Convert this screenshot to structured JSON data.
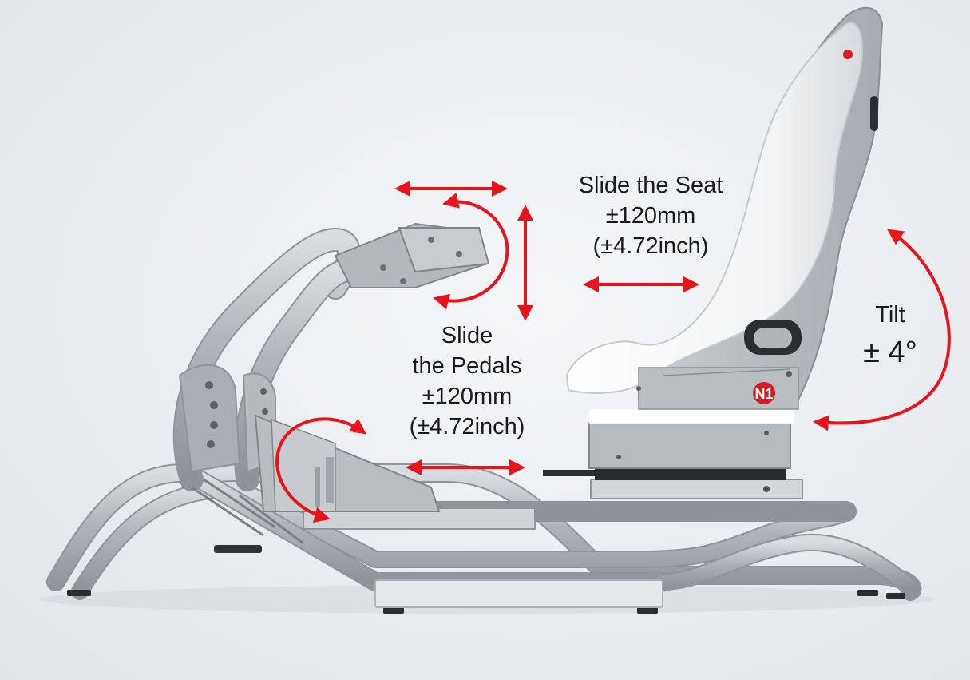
{
  "seat_label": {
    "line1": "Slide the Seat",
    "line2": "±120mm",
    "line3": "(±4.72inch)"
  },
  "pedals_label": {
    "line1": "Slide",
    "line2": "the Pedals",
    "line3": "±120mm",
    "line4": "(±4.72inch)"
  },
  "tilt_label": {
    "line1": "Tilt",
    "line2": "± 4°"
  },
  "logo_text": "N1",
  "colors": {
    "arrow": "#e8141c",
    "frame": "#b8bcc2",
    "seat": "#ffffff",
    "background": "#eceff2"
  }
}
